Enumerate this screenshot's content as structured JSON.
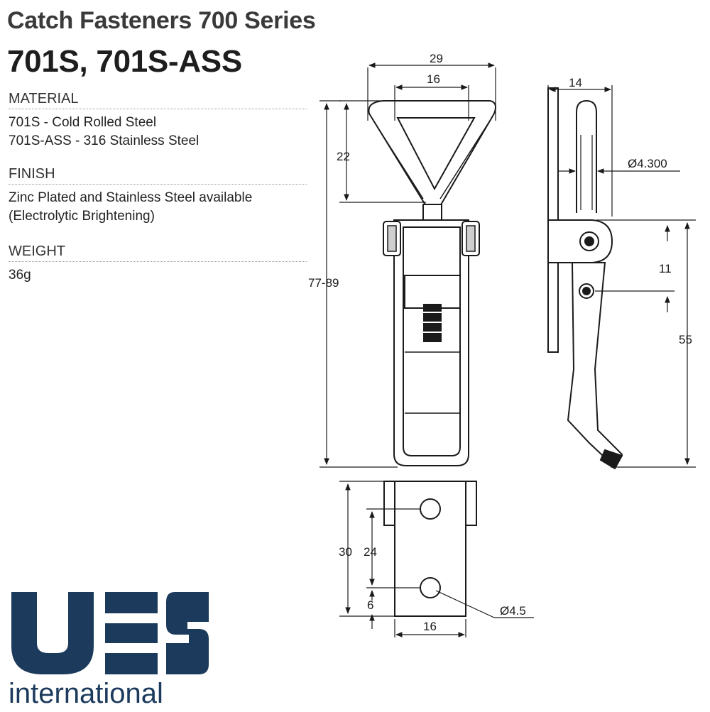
{
  "header": {
    "series_title": "Catch Fasteners 700 Series",
    "model_title": "701S, 701S-ASS"
  },
  "specs": {
    "material": {
      "heading": "MATERIAL",
      "lines": [
        "701S - Cold Rolled Steel",
        "701S-ASS - 316 Stainless Steel"
      ]
    },
    "finish": {
      "heading": "FINISH",
      "lines": [
        "Zinc Plated and Stainless Steel available",
        "(Electrolytic Brightening)"
      ]
    },
    "weight": {
      "heading": "WEIGHT",
      "lines": [
        "36g"
      ]
    }
  },
  "logo": {
    "mark": "UES",
    "word": "international",
    "color": "#1b3a5c"
  },
  "drawing": {
    "front_view": {
      "width_outer": "29",
      "width_inner": "16",
      "hook_height": "22",
      "overall_length": "77-89"
    },
    "side_view": {
      "thickness": "14",
      "pin_diameter": "Ø4.300",
      "hole_spacing": "11",
      "lever_length": "55"
    },
    "keeper_view": {
      "height": "30",
      "hole_pitch": "24",
      "edge_offset": "6",
      "width": "16",
      "hole_diameter": "Ø4.5"
    }
  }
}
